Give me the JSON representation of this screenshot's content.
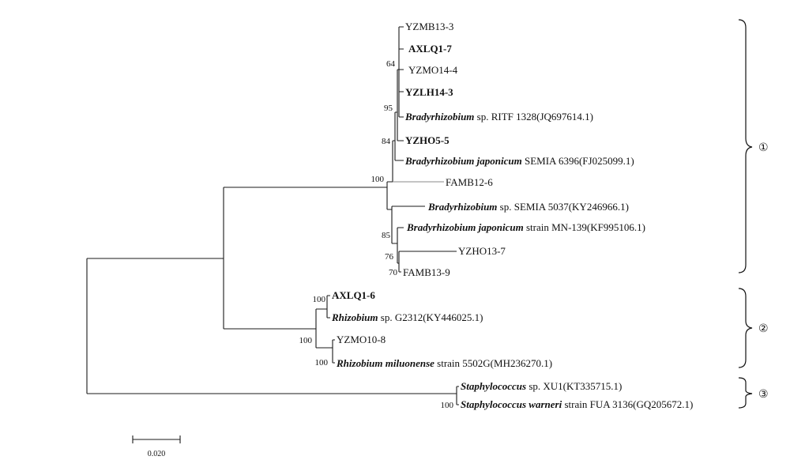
{
  "leaves": [
    {
      "id": "l1",
      "genus": "",
      "rest": "YZMB13-3"
    },
    {
      "id": "l2",
      "genus": "",
      "rest": "AXLQ1-7"
    },
    {
      "id": "l3",
      "genus": "",
      "rest": "YZMO14-4"
    },
    {
      "id": "l4",
      "genus": "",
      "rest": "YZLH14-3"
    },
    {
      "id": "l5",
      "genus": "Bradyrhizobium",
      "rest": " sp. RITF 1328(JQ697614.1)"
    },
    {
      "id": "l6",
      "genus": "",
      "rest": "YZHO5-5"
    },
    {
      "id": "l7",
      "genus": "Bradyrhizobium japonicum",
      "rest": " SEMIA 6396(FJ025099.1)"
    },
    {
      "id": "l8",
      "genus": "",
      "rest": "FAMB12-6"
    },
    {
      "id": "l9",
      "genus": "Bradyrhizobium",
      "rest": " sp. SEMIA 5037(KY246966.1)"
    },
    {
      "id": "l10",
      "genus": "Bradyrhizobium japonicum",
      "rest": " strain MN-139(KF995106.1)"
    },
    {
      "id": "l11",
      "genus": "",
      "rest": "YZHO13-7"
    },
    {
      "id": "l12",
      "genus": "",
      "rest": "FAMB13-9"
    },
    {
      "id": "l13",
      "genus": "",
      "rest": "AXLQ1-6"
    },
    {
      "id": "l14",
      "genus": "Rhizobium",
      "rest": " sp. G2312(KY446025.1)"
    },
    {
      "id": "l15",
      "genus": "",
      "rest": "YZMO10-8"
    },
    {
      "id": "l16",
      "genus": "Rhizobium miluonense",
      "rest": " strain 5502G(MH236270.1)"
    },
    {
      "id": "l17",
      "genus": "Staphylococcus",
      "rest": " sp. XU1(KT335715.1)"
    },
    {
      "id": "l18",
      "genus": "Staphylococcus warneri",
      "rest": " strain FUA 3136(GQ205672.1)"
    }
  ],
  "bootstrap": [
    "64",
    "95",
    "84",
    "100",
    "85",
    "76",
    "70",
    "100",
    "100",
    "100",
    "100"
  ],
  "clades": [
    "①",
    "②",
    "③"
  ],
  "scale": {
    "label": "0.020"
  }
}
